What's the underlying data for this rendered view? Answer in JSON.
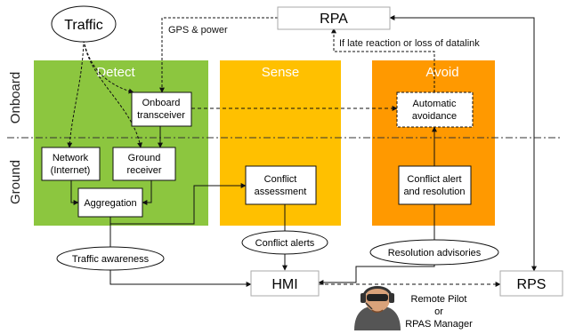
{
  "side_labels": {
    "onboard": "Onboard",
    "ground": "Ground"
  },
  "panels": {
    "detect": "Detect",
    "sense": "Sense",
    "avoid": "Avoid"
  },
  "nodes": {
    "traffic": "Traffic",
    "rpa": "RPA",
    "onboard_transceiver": [
      "Onboard",
      "transceiver"
    ],
    "automatic_avoidance": [
      "Automatic",
      "avoidance"
    ],
    "network": [
      "Network",
      "(Internet)"
    ],
    "ground_receiver": [
      "Ground",
      "receiver"
    ],
    "aggregation": "Aggregation",
    "conflict_assessment": [
      "Conflict",
      "assessment"
    ],
    "conflict_alert_resolution": [
      "Conflict alert",
      "and resolution"
    ],
    "traffic_awareness": "Traffic awareness",
    "conflict_alerts": "Conflict alerts",
    "resolution_advisories": "Resolution advisories",
    "hmi": "HMI",
    "rps": "RPS",
    "remote_pilot": [
      "Remote Pilot",
      "or",
      "RPAS Manager"
    ]
  },
  "edge_labels": {
    "gps_power": "GPS & power",
    "late_reaction": "If late reaction or loss of datalink"
  },
  "colors": {
    "detect": "#8cc63f",
    "sense": "#ffc000",
    "avoid": "#ff9900",
    "panel_title": "#ffffff",
    "box_border": "#222222"
  },
  "icons": {
    "remote_pilot": "pilot-headset-icon"
  }
}
